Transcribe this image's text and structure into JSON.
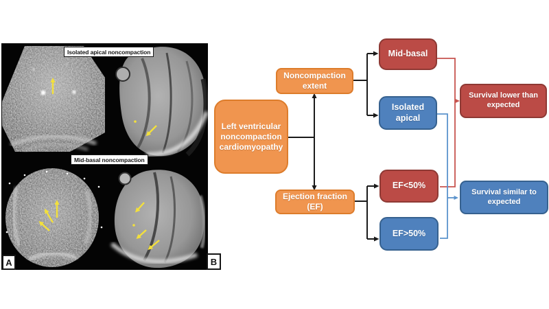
{
  "figure": {
    "annotation_top": "Isolated apical noncompaction",
    "annotation_bottom": "Mid-basal noncompaction",
    "panel_a_label": "A",
    "panel_b_label": "B",
    "annotation_arrow_color": "#F3E03B"
  },
  "flowchart": {
    "nodes": {
      "root": "Left ventricular noncompaction cardiomyopathy",
      "extent": "Noncompaction extent",
      "ef": "Ejection fraction (EF)",
      "mid_basal": "Mid-basal",
      "isolated_apical": "Isolated apical",
      "ef_low": "EF<50%",
      "ef_high": "EF>50%",
      "survival_lower": "Survival lower than expected",
      "survival_similar": "Survival similar to expected"
    },
    "colors": {
      "orange_fill": "#F0954F",
      "orange_border": "#DD7C2B",
      "red_fill": "#BB4B46",
      "red_border": "#8E3934",
      "blue_fill": "#4F81BD",
      "blue_border": "#36618F",
      "connector_black": "#1A1A1A",
      "connector_red": "#C7534E",
      "connector_blue": "#5B93CC"
    }
  }
}
